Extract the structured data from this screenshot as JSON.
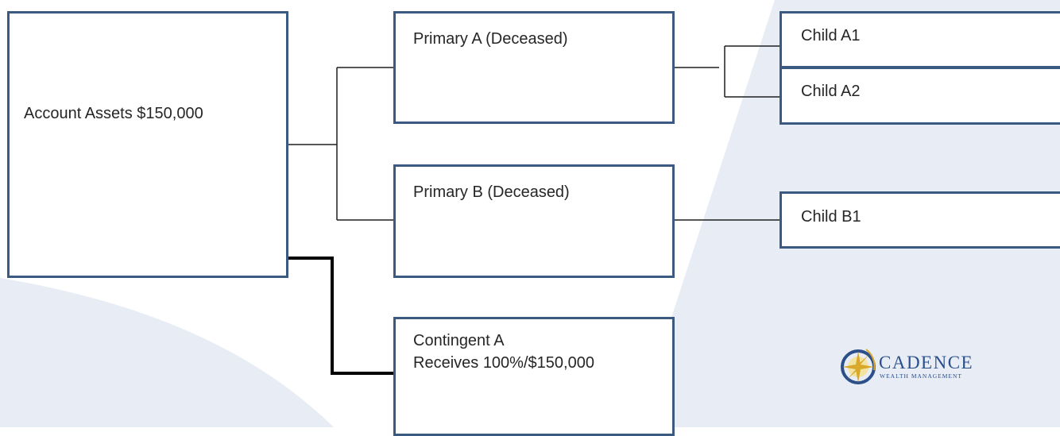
{
  "boxes": {
    "account": "Account Assets $150,000",
    "primary_a": "Primary A (Deceased)",
    "primary_b": "Primary B (Deceased)",
    "contingent_a_line1": "Contingent A",
    "contingent_a_line2": "Receives 100%/$150,000",
    "child_a1": "Child A1",
    "child_a2": "Child A2",
    "child_b1": "Child B1"
  },
  "logo": {
    "name": "CADENCE",
    "tagline": "WEALTH MANAGEMENT",
    "icon": "compass-star-icon"
  },
  "colors": {
    "box_border": "#3a5a82",
    "background_shape": "#e8ecf4",
    "logo": "#2a4f8a",
    "logo_gold": "#d9a82a"
  }
}
